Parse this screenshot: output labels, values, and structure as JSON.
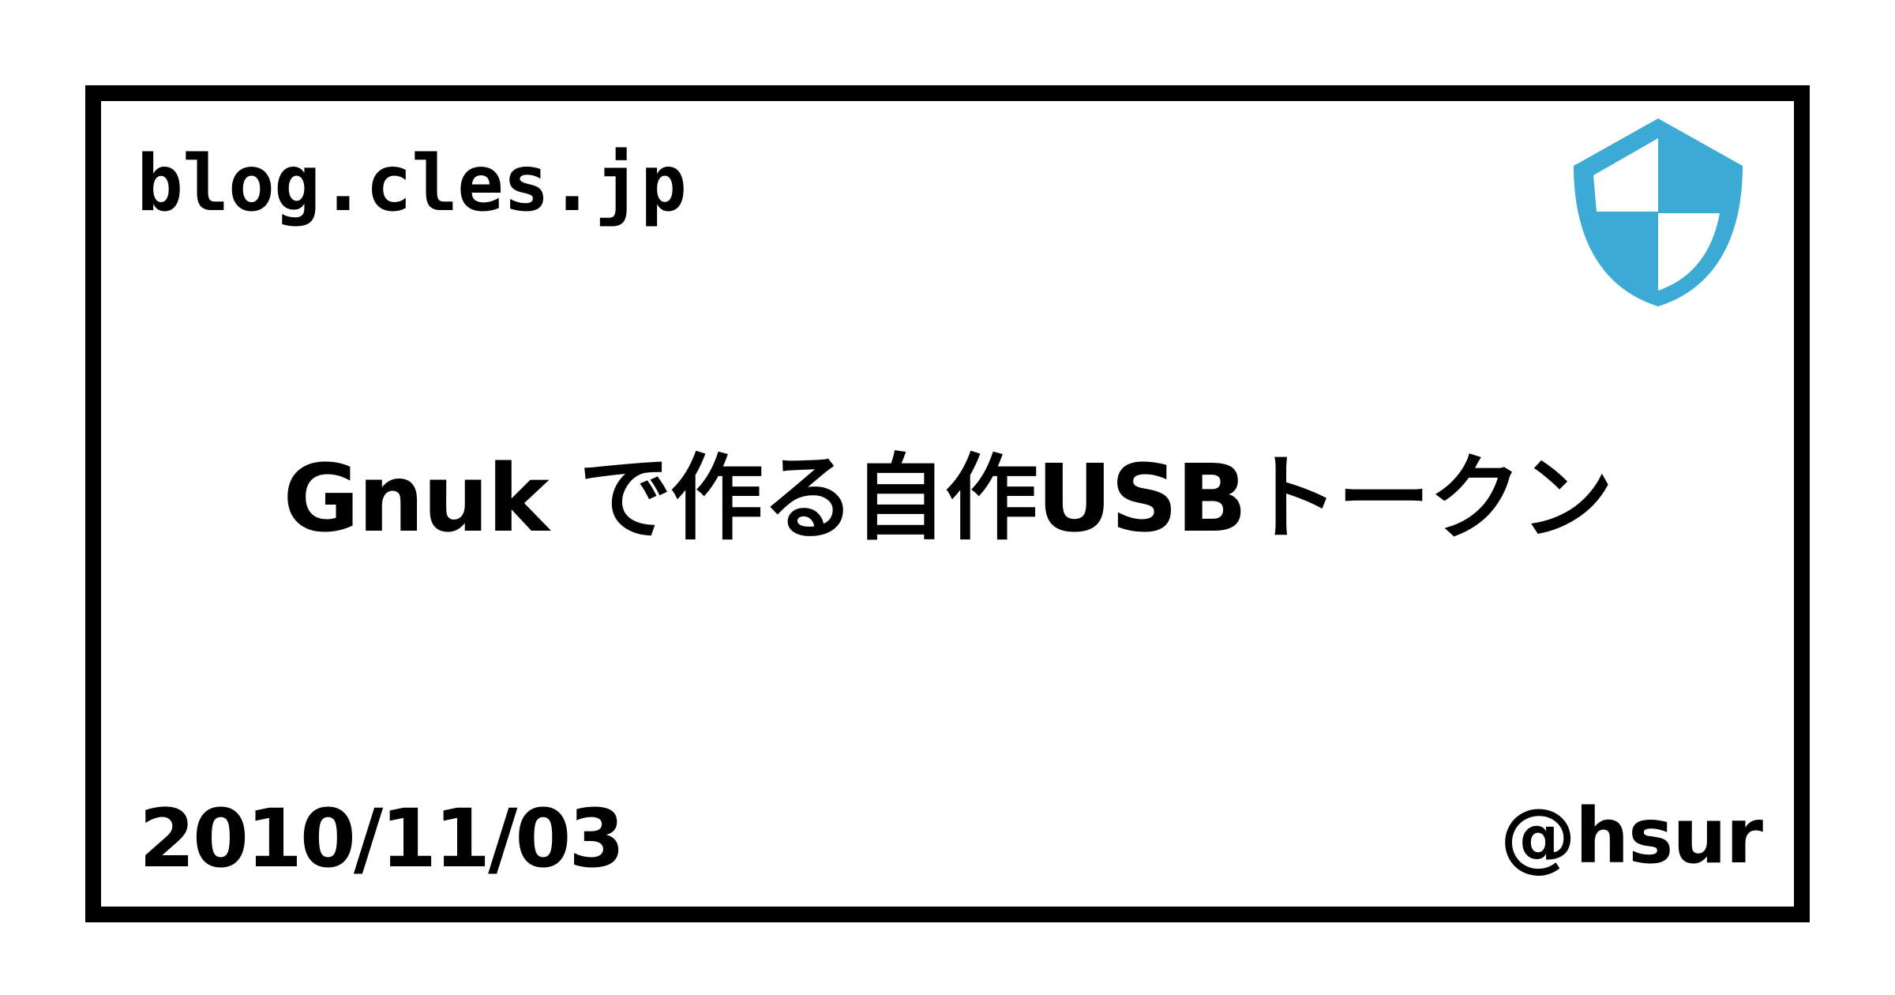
{
  "card": {
    "site": "blog.cles.jp",
    "title": "Gnuk で作る自作USBトークン",
    "date": "2010/11/03",
    "author_handle": "@hsur",
    "icon": "shield-icon"
  },
  "colors": {
    "background": "#ffffff",
    "border": "#000000",
    "text": "#000000",
    "shield": "#3babd5"
  }
}
